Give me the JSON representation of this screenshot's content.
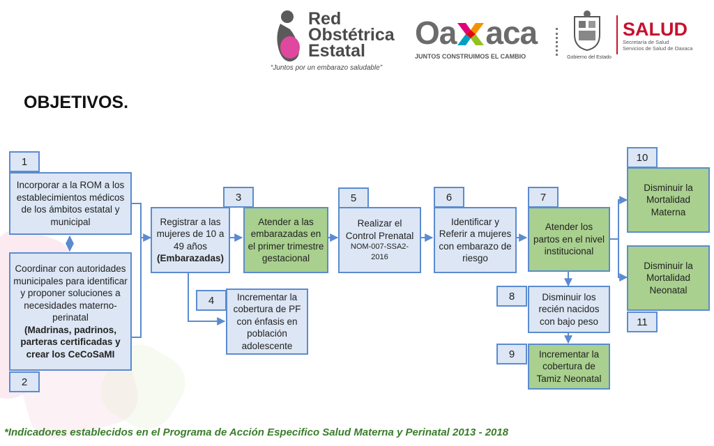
{
  "header": {
    "ron_logo": {
      "line1": "Red",
      "line2": "Obstétrica",
      "line3": "Estatal",
      "tagline": "“Juntos por un embarazo saludable”"
    },
    "oaxaca_logo": {
      "word_left": "Oa",
      "word_right": "aca",
      "tagline": "JUNTOS CONSTRUIMOS EL CAMBIO"
    },
    "gobierno_logo": {
      "label": "Gobierno del Estado"
    },
    "salud_logo": {
      "word": "SALUD",
      "sub1": "Secretaría de Salud",
      "sub2": "Servicios de Salud de Oaxaca"
    }
  },
  "title": "OBJETIVOS.",
  "nodes": {
    "n1": {
      "num": "1",
      "text": "Incorporar a la ROM a los establecimientos médicos de los ámbitos estatal y municipal"
    },
    "n2": {
      "num": "2",
      "text": "Coordinar con autoridades municipales para identificar y proponer soluciones a necesidades materno-perinatal",
      "bold": "(Madrinas, padrinos, parteras certificadas y crear los CeCoSaMI"
    },
    "reg": {
      "text": "Registrar a las mujeres de 10 a 49 años",
      "bold": "(Embarazadas)"
    },
    "n3": {
      "num": "3",
      "text": "Atender a las embarazadas en el primer trimestre gestacional"
    },
    "n4": {
      "num": "4",
      "text": "Incrementar la cobertura de PF con énfasis en población adolescente"
    },
    "n5": {
      "num": "5",
      "text": "Realizar el Control Prenatal",
      "small": "NOM-007-SSA2-2016"
    },
    "n6": {
      "num": "6",
      "text": "Identificar y Referir a mujeres con embarazo de riesgo"
    },
    "n7": {
      "num": "7",
      "text": "Atender los partos en el nivel institucional"
    },
    "n8": {
      "num": "8",
      "text": "Disminuir los recién nacidos con bajo peso"
    },
    "n9": {
      "num": "9",
      "text": "Incrementar la cobertura de Tamiz Neonatal"
    },
    "n10": {
      "num": "10",
      "text": "Disminuir la Mortalidad Materna"
    },
    "n11": {
      "num": "11",
      "text": "Disminuir la Mortalidad Neonatal"
    }
  },
  "colors": {
    "blue_fill": "#dce6f4",
    "green_fill": "#a9d08e",
    "border": "#5b8bd0",
    "footnote": "#3a7d2a",
    "salud_red": "#c8102e"
  },
  "footnote": "*Indicadores establecidos en el Programa de Acción Especifico Salud Materna y Perinatal 2013 - 2018"
}
